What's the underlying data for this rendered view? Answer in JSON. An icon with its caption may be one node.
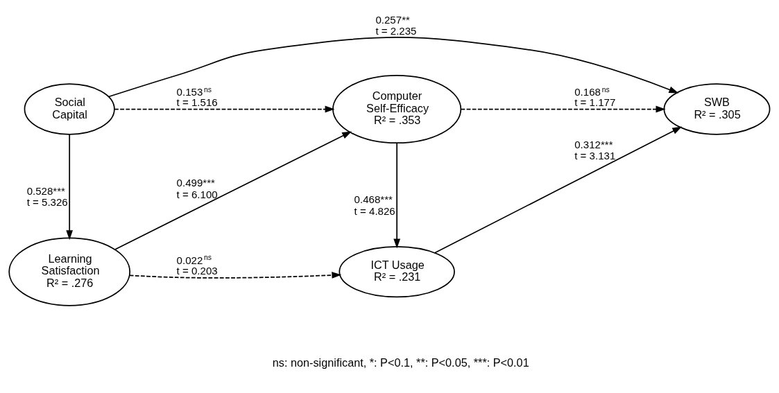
{
  "diagram": {
    "nodes": [
      {
        "text": [
          "Social Capital"
        ]
      },
      {
        "text": [
          "Computer Self-Efficacy",
          "R² = .353"
        ]
      },
      {
        "text": [
          "SWB",
          "R² = .305"
        ]
      },
      {
        "text": [
          "ICT Usage",
          "R² = .231"
        ]
      },
      {
        "text": [
          "Learning Satisfaction",
          "R² = .276"
        ]
      }
    ],
    "edges": [
      {
        "from": 0,
        "to": 2,
        "arrow": "to",
        "label": "0.257** t = 2.235"
      },
      {
        "from": 0,
        "to": 1,
        "arrow": "to",
        "style": "dashed",
        "label": "0.153$^{ns}$ t = 1.516"
      },
      {
        "from": 0,
        "to": 4,
        "arrow": "to",
        "label": "0.528*** t = 5.326"
      },
      {
        "from": 4,
        "to": 1,
        "arrow": "to",
        "label": "0.499*** t = 6.100"
      },
      {
        "from": 1,
        "to": 2,
        "arrow": "to",
        "style": "dashed",
        "label": "0.168$^{ns}$ t = 1.177"
      },
      {
        "from": 1,
        "to": 3,
        "arrow": "to",
        "label": "0.468*** t = 4.826"
      },
      {
        "from": 3,
        "to": 2,
        "arrow": "to",
        "label": "0.312*** t = 3.131"
      },
      {
        "from": 4,
        "to": 3,
        "arrow": "to",
        "style": "dashed",
        "label": "0.022$^{ns}$ t = 0.203"
      }
    ],
    "labels": [
      "ns: non-significant, *: P<0.1, **: P<0.05, ***: P<0.01"
    ]
  }
}
